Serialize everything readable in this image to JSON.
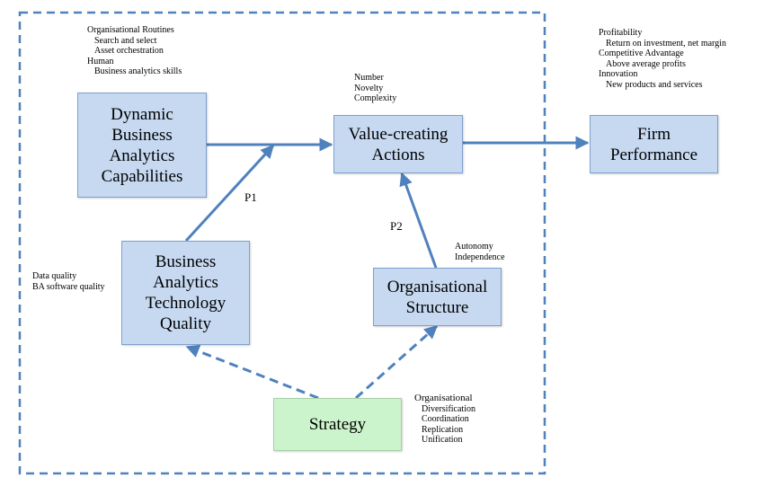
{
  "nodes": {
    "dbac": [
      "Dynamic",
      "Business",
      "Analytics",
      "Capabilities"
    ],
    "vca": [
      "Value-creating",
      "Actions"
    ],
    "firm": [
      "Firm",
      "Performance"
    ],
    "batq": [
      "Business",
      "Analytics",
      "Technology",
      "Quality"
    ],
    "org": [
      "Organisational",
      "Structure"
    ],
    "strategy": [
      "Strategy"
    ]
  },
  "notes": {
    "routines": {
      "heading": "Organisational Routines",
      "items": [
        "Search and select",
        "Asset orchestration"
      ],
      "heading2": "Human",
      "items2": [
        "Business analytics skills"
      ]
    },
    "actions": [
      "Number",
      "Novelty",
      "Complexity"
    ],
    "performance": [
      {
        "heading": "Profitability",
        "item": "Return on investment, net margin"
      },
      {
        "heading": "Competitive Advantage",
        "item": "Above average profits"
      },
      {
        "heading": "Innovation",
        "item": "New products and services"
      }
    ],
    "quality": [
      "Data quality",
      "BA software quality"
    ],
    "structure": [
      "Autonomy",
      "Independence"
    ],
    "strategy": {
      "heading": "Organisational",
      "items": [
        "Diversification",
        "Coordination",
        "Replication",
        "Unification"
      ]
    }
  },
  "labels": {
    "p1": "P1",
    "p2": "P2"
  },
  "colors": {
    "box_fill": "#c6d9f1",
    "box_border": "#7f9fcf",
    "strategy_fill": "#ccf4cc",
    "arrow": "#4f81bd"
  }
}
